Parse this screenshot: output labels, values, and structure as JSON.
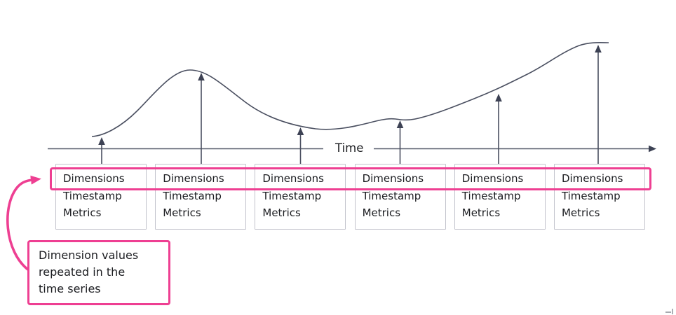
{
  "axis": {
    "label": "Time"
  },
  "records": [
    {
      "dimensions": "Dimensions",
      "timestamp": "Timestamp",
      "metrics": "Metrics"
    },
    {
      "dimensions": "Dimensions",
      "timestamp": "Timestamp",
      "metrics": "Metrics"
    },
    {
      "dimensions": "Dimensions",
      "timestamp": "Timestamp",
      "metrics": "Metrics"
    },
    {
      "dimensions": "Dimensions",
      "timestamp": "Timestamp",
      "metrics": "Metrics"
    },
    {
      "dimensions": "Dimensions",
      "timestamp": "Timestamp",
      "metrics": "Metrics"
    },
    {
      "dimensions": "Dimensions",
      "timestamp": "Timestamp",
      "metrics": "Metrics"
    }
  ],
  "callout": {
    "lines": [
      "Dimension values",
      "repeated in the",
      "time series"
    ]
  },
  "colors": {
    "accent_pink": "#ee3f92",
    "line": "#4a4f60",
    "arrowhead": "#3d4254",
    "box_border": "#c2c3cc",
    "text": "#1b1c20"
  }
}
